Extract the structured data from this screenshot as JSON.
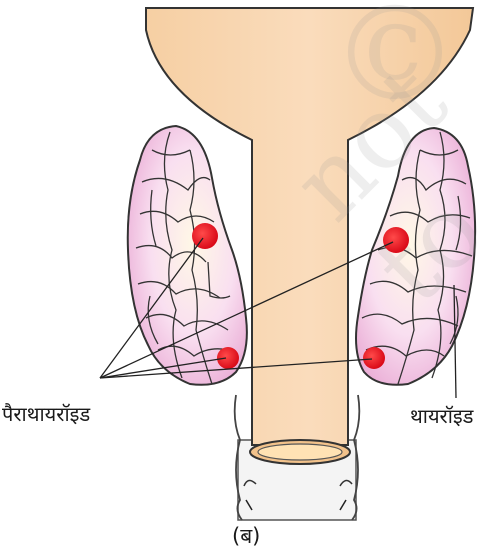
{
  "labels": {
    "parathyroid": "पैराथायरॉइड",
    "thyroid": "थायरॉइड",
    "caption": "(ब)"
  },
  "watermark": {
    "symbol": "©",
    "text": "not to"
  },
  "colors": {
    "trachea": "#f8d7b0",
    "thyroid_fill": "#f3c7e2",
    "thyroid_highlight": "#fdf6e4",
    "parathyroid": "#e0101a",
    "outline": "#333333"
  }
}
